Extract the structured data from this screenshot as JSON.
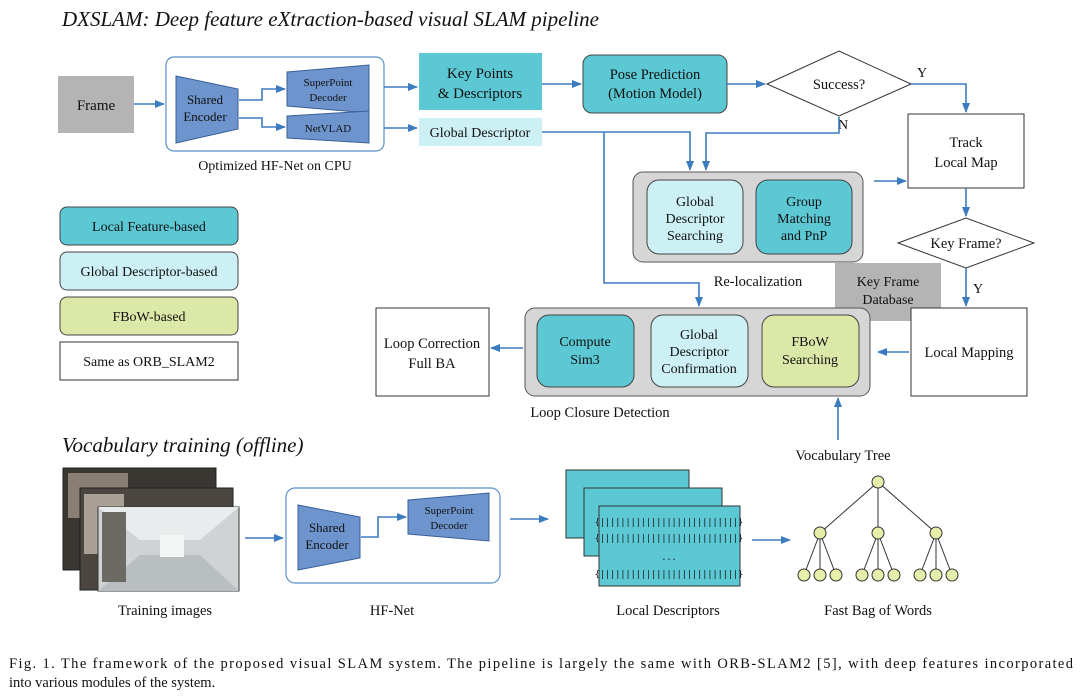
{
  "titles": {
    "main": "DXSLAM: Deep feature eXtraction-based visual SLAM pipeline",
    "vocab": "Vocabulary training (offline)"
  },
  "nodes": {
    "frame": "Frame",
    "shared_encoder": [
      "Shared",
      "Encoder"
    ],
    "superpoint_decoder": [
      "SuperPoint",
      "Decoder"
    ],
    "netvlad": "NetVLAD",
    "hfnet_label": "Optimized HF-Net on CPU",
    "keypoints": [
      "Key Points",
      "& Descriptors"
    ],
    "global_descriptor": "Global Descriptor",
    "pose_prediction": [
      "Pose Prediction",
      "(Motion Model)"
    ],
    "success": "Success?",
    "yes1": "Y",
    "no1": "N",
    "track_local_map": [
      "Track",
      "Local Map"
    ],
    "gd_searching": [
      "Global",
      "Descriptor",
      "Searching"
    ],
    "group_matching": [
      "Group",
      "Matching",
      "and PnP"
    ],
    "relocalization": "Re-localization",
    "key_frame": "Key Frame?",
    "yes2": "Y",
    "kf_database": [
      "Key Frame",
      "Database"
    ],
    "local_mapping": "Local Mapping",
    "compute_sim3": [
      "Compute",
      "Sim3"
    ],
    "gd_confirmation": [
      "Global",
      "Descriptor",
      "Confirmation"
    ],
    "fbow_searching": [
      "FBoW",
      "Searching"
    ],
    "loop_closure": "Loop Closure Detection",
    "loop_correction": [
      "Loop Correction",
      "Full BA"
    ],
    "vocab_tree": "Vocabulary Tree"
  },
  "legend": [
    {
      "label": "Local Feature-based",
      "color": "#5bc8d4"
    },
    {
      "label": "Global Descriptor-based",
      "color": "#cdf0f4"
    },
    {
      "label": "FBoW-based",
      "color": "#dbe8a8"
    },
    {
      "label": "Same as ORB_SLAM2",
      "color": "#ffffff"
    }
  ],
  "vocab_section": {
    "training_images": "Training images",
    "hfnet": "HF-Net",
    "shared_encoder": [
      "Shared",
      "Encoder"
    ],
    "superpoint_decoder": [
      "SuperPoint",
      "Decoder"
    ],
    "local_descriptors": "Local Descriptors",
    "fast_bow": "Fast Bag of Words",
    "desc_row": "{|||||||||||||||||||||||||||}",
    "desc_dots": "..."
  },
  "caption": [
    "Fig. 1.   The framework of the proposed visual SLAM system. The pipeline is largely the same with ORB-SLAM2 [5], with deep features incorporated",
    "into various modules of the system."
  ],
  "colors": {
    "local": "#5bc8d4",
    "global": "#cdf0f4",
    "fbow": "#dbe8a8",
    "encoder": "#6d94cc",
    "gray": "#b4b4b4",
    "arrow": "#3b7cc0",
    "node": "#e6eeaa"
  }
}
